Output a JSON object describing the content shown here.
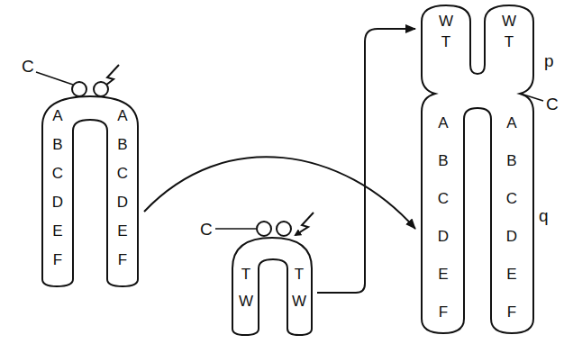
{
  "diagram": {
    "nodes": [
      {
        "text": [
          "A B C D E F",
          "A B C D E F"
        ]
      },
      {
        "text": [
          "T W",
          "T W"
        ]
      },
      {
        "text": [
          "W T",
          "W T",
          "A B C D E F",
          "A B C D E F"
        ]
      }
    ],
    "edges": [
      {
        "from": 0,
        "to": 2,
        "arrow": "to"
      },
      {
        "from": 1,
        "to": 2,
        "arrow": "to"
      }
    ],
    "labels": [
      "C",
      "C",
      "C",
      "p",
      "q"
    ]
  }
}
